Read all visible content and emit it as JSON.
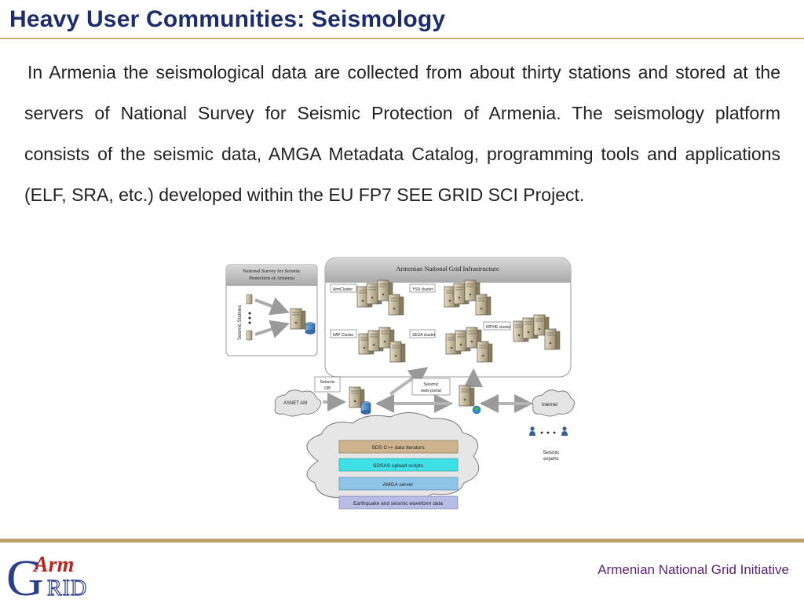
{
  "slide": {
    "title": "Heavy User Communities: Seismology",
    "body": "In Armenia the seismological data are collected from about thirty stations and stored at the servers of National Survey for Seismic Protection of Armenia. The seismology platform consists of the seismic data, AMGA Metadata Catalog, programming tools and applications (ELF, SRA, etc.) developed within the EU FP7 SEE GRID SCI Project.",
    "footer": "Armenian National Grid Initiative"
  },
  "logo": {
    "big_letter": "G",
    "top": "Arm",
    "bottom": "RID"
  },
  "diagram": {
    "nssp_title_1": "National Survey for Seismic",
    "nssp_title_2": "Protection of Armenia",
    "stations_label": "Seismic Stations",
    "grid_title": "Armenian National Grid Infrastructure",
    "clusters": [
      "ArmCluster",
      "YSU cluster",
      "IIAP Cluster",
      "SEUA cluster",
      "IRPHE cluster"
    ],
    "seismic_db_1": "Seismic",
    "seismic_db_2": "DB",
    "web_portal_1": "Seismic",
    "web_portal_2": "web-portal",
    "asnet": "ASNET AM",
    "internet": "Internet",
    "experts_1": "Seismic",
    "experts_2": "experts",
    "stack": [
      "SDS C++ data iterators",
      "SDSAS upload scripts",
      "AMGA server",
      "Earthquake and seismic waveform data"
    ]
  },
  "colors": {
    "title": "#1d2d6b",
    "rule": "#bfa26a",
    "footer_text": "#5a2570",
    "stack_1": "#cdb48e",
    "stack_2": "#3fe0e6",
    "stack_3": "#8fc6e8",
    "stack_4": "#b8bde6"
  }
}
